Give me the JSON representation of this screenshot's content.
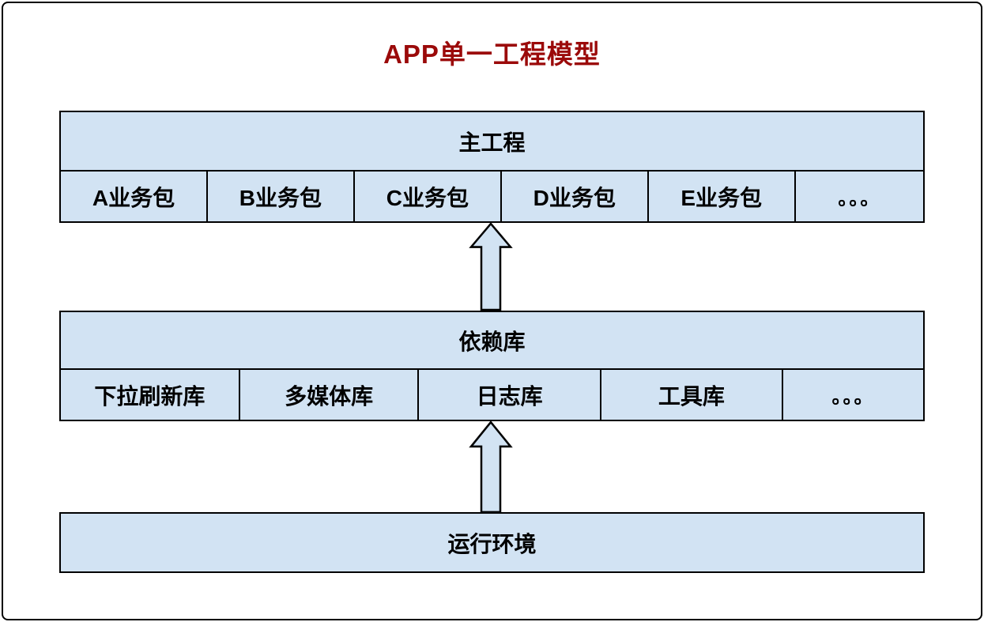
{
  "title": "APP单一工程模型",
  "colors": {
    "box_fill": "#D2E3F3",
    "box_border": "#000000",
    "title": "#9B0A0A",
    "text": "#000000",
    "background": "#FFFFFF"
  },
  "icons": {
    "flow_arrow": "up-block-arrow-icon"
  },
  "main_project": {
    "header": "主工程",
    "cells": [
      "A业务包",
      "B业务包",
      "C业务包",
      "D业务包",
      "E业务包",
      "。。。"
    ]
  },
  "dependency_libs": {
    "header": "依赖库",
    "cells": [
      "下拉刷新库",
      "多媒体库",
      "日志库",
      "工具库",
      "。。。"
    ]
  },
  "runtime": {
    "label": "运行环境"
  }
}
